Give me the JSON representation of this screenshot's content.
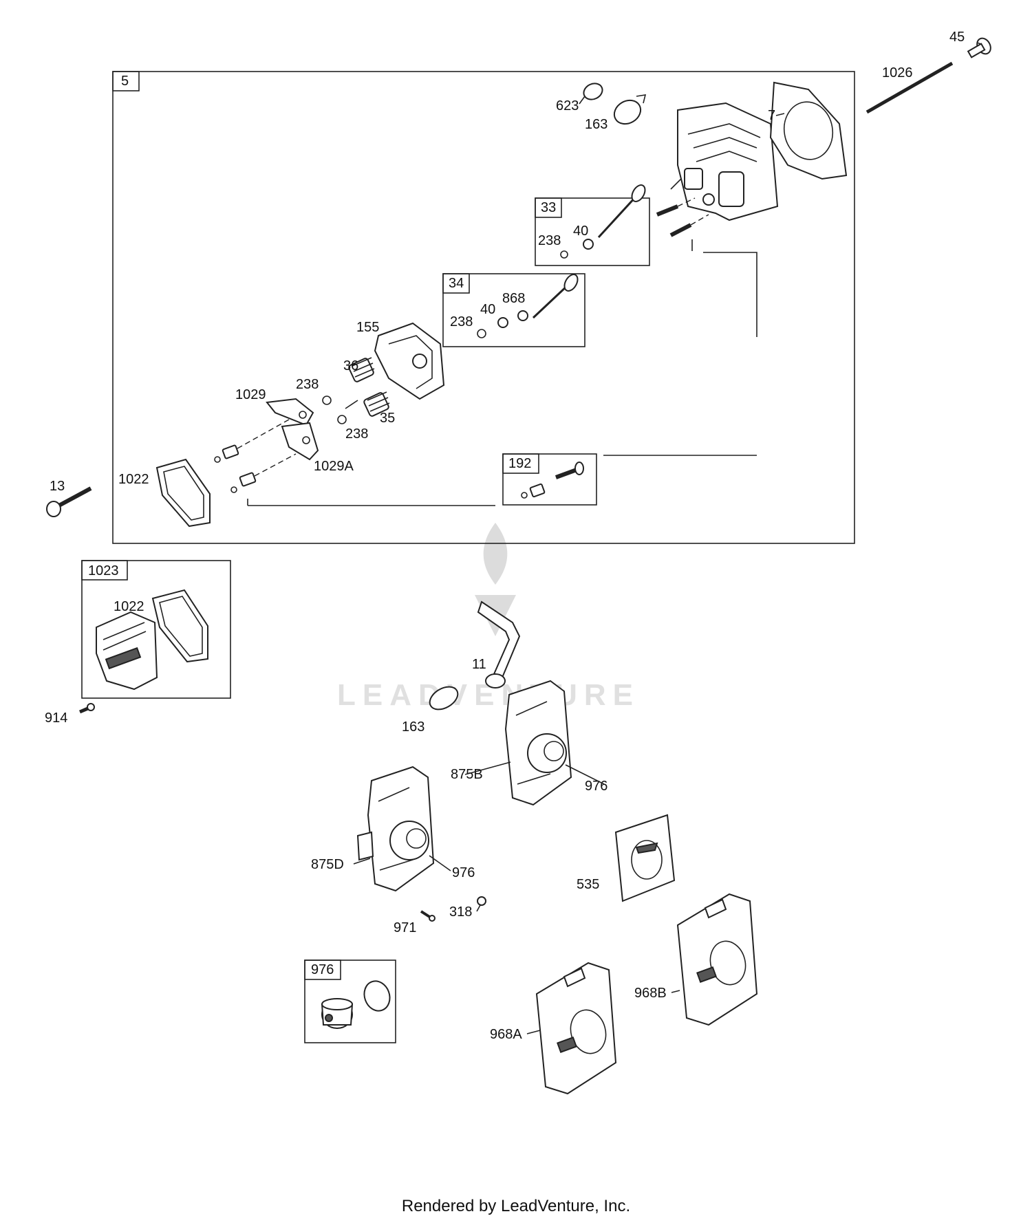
{
  "watermark": {
    "text": "LEADVENTURE"
  },
  "footer": {
    "text": "Rendered by LeadVenture, Inc."
  },
  "boxes": {
    "b5": "5",
    "b33": "33",
    "b34": "34",
    "b192": "192",
    "b1023": "1023",
    "b976": "976"
  },
  "labels": {
    "l45": "45",
    "l1026": "1026",
    "l623": "623",
    "l163a": "163",
    "l7": "7",
    "l238a": "238",
    "l40a": "40",
    "l868": "868",
    "l40b": "40",
    "l238b": "238",
    "l155": "155",
    "l36": "36",
    "l238c": "238",
    "l1029": "1029",
    "l35": "35",
    "l238d": "238",
    "l1029a": "1029A",
    "l1022a": "1022",
    "l13": "13",
    "l1022b": "1022",
    "l914": "914",
    "l11": "11",
    "l163b": "163",
    "l875b": "875B",
    "l976a": "976",
    "l875d": "875D",
    "l976b": "976",
    "l535": "535",
    "l318": "318",
    "l971": "971",
    "l968b": "968B",
    "l968a": "968A"
  }
}
